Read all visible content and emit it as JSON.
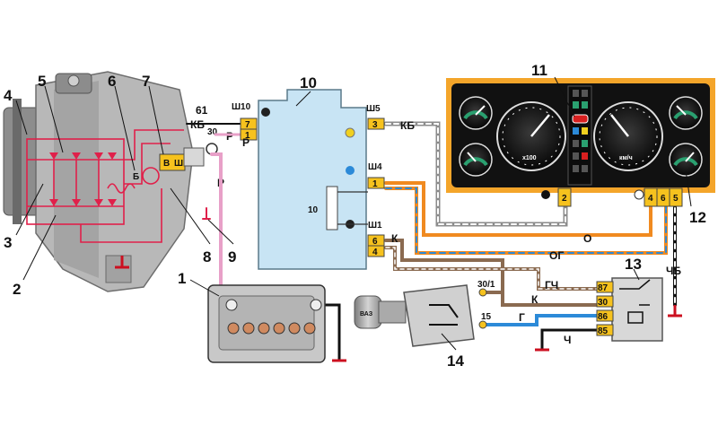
{
  "callouts": {
    "n1": "1",
    "n2": "2",
    "n3": "3",
    "n4": "4",
    "n5": "5",
    "n6": "6",
    "n7": "7",
    "n8": "8",
    "n9": "9",
    "n10": "10",
    "n11": "11",
    "n12": "12",
    "n13": "13",
    "n14": "14"
  },
  "alternator": {
    "terminal_61": "61",
    "terminal_30": "30",
    "wire_kb": "КБ",
    "wire_r": "Р",
    "reg_b": "В",
    "reg_sh": "Ш",
    "field_label": "Б"
  },
  "fuse_box": {
    "sh10": "Ш10",
    "sh5": "Ш5",
    "sh4": "Ш4",
    "sh1": "Ш1",
    "pin_7": "7",
    "pin_1a": "1",
    "pin_3": "3",
    "pin_1b": "1",
    "pin_6": "6",
    "pin_4": "4",
    "fuse_10": "10",
    "wire_kb": "КБ",
    "wire_r": "Р",
    "wire_k": "К"
  },
  "dash": {
    "pin_2": "2",
    "pin_4": "4",
    "pin_6": "6",
    "pin_5": "5",
    "wire_o": "О",
    "wire_og": "ОГ",
    "wire_chb": "ЧБ",
    "speedo_unit": "км/ч",
    "tach_unit": "x100"
  },
  "ignition": {
    "term_30_1": "30/1",
    "term_15": "15",
    "key_brand": "ВАЗ",
    "wire_k": "К",
    "wire_g": "Г"
  },
  "relay": {
    "pin_87": "87",
    "pin_30": "30",
    "pin_86": "86",
    "pin_85": "85",
    "wire_gch": "ГЧ",
    "wire_ch": "Ч"
  },
  "colors": {
    "wire_red": "#e0204a",
    "wire_pink": "#e8a0c8",
    "wire_orange": "#f08a20",
    "wire_blue": "#2c8ad8",
    "wire_brown": "#8a6a50",
    "wire_black": "#111111",
    "fuse_box": "#c8e4f4",
    "dash_panel": "#f4a52a",
    "connector": "#f6c21e",
    "ground": "#cc1020"
  }
}
